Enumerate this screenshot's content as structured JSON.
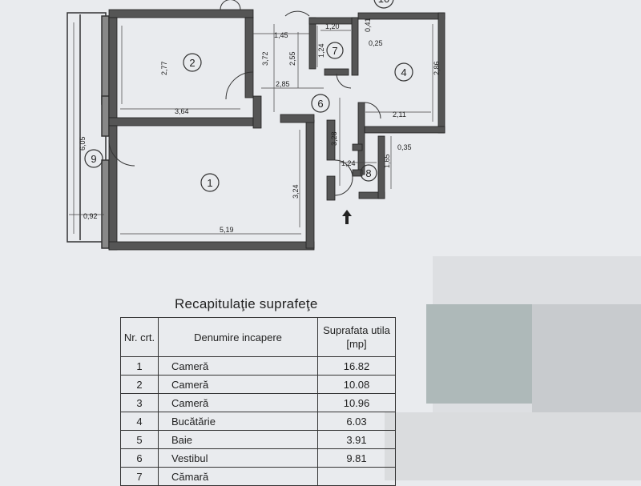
{
  "plan": {
    "rooms": [
      "1",
      "2",
      "4",
      "6",
      "7",
      "8",
      "9",
      "10"
    ],
    "dims": [
      "1,45",
      "1,20",
      "0,41",
      "0,25",
      "1,24",
      "2,77",
      "3,72",
      "2,55",
      "2,86",
      "2,85",
      "3,64",
      "2,11",
      "6,05",
      "3,28",
      "0,35",
      "1,24",
      "1,65",
      "3,24",
      "0,92",
      "5,19"
    ]
  },
  "table": {
    "title": "Recapitulaţie suprafeţe",
    "headers": {
      "nr": "Nr. crt.",
      "name": "Denumire incapere",
      "area": "Suprafata utila [mp]"
    },
    "rows": [
      {
        "nr": "1",
        "name": "Cameră",
        "area": "16.82"
      },
      {
        "nr": "2",
        "name": "Cameră",
        "area": "10.08"
      },
      {
        "nr": "3",
        "name": "Cameră",
        "area": "10.96"
      },
      {
        "nr": "4",
        "name": "Bucătărie",
        "area": "6.03"
      },
      {
        "nr": "5",
        "name": "Baie",
        "area": "3.91"
      },
      {
        "nr": "6",
        "name": "Vestibul",
        "area": "9.81"
      },
      {
        "nr": "7",
        "name": "Cămară",
        "area": ""
      }
    ]
  }
}
